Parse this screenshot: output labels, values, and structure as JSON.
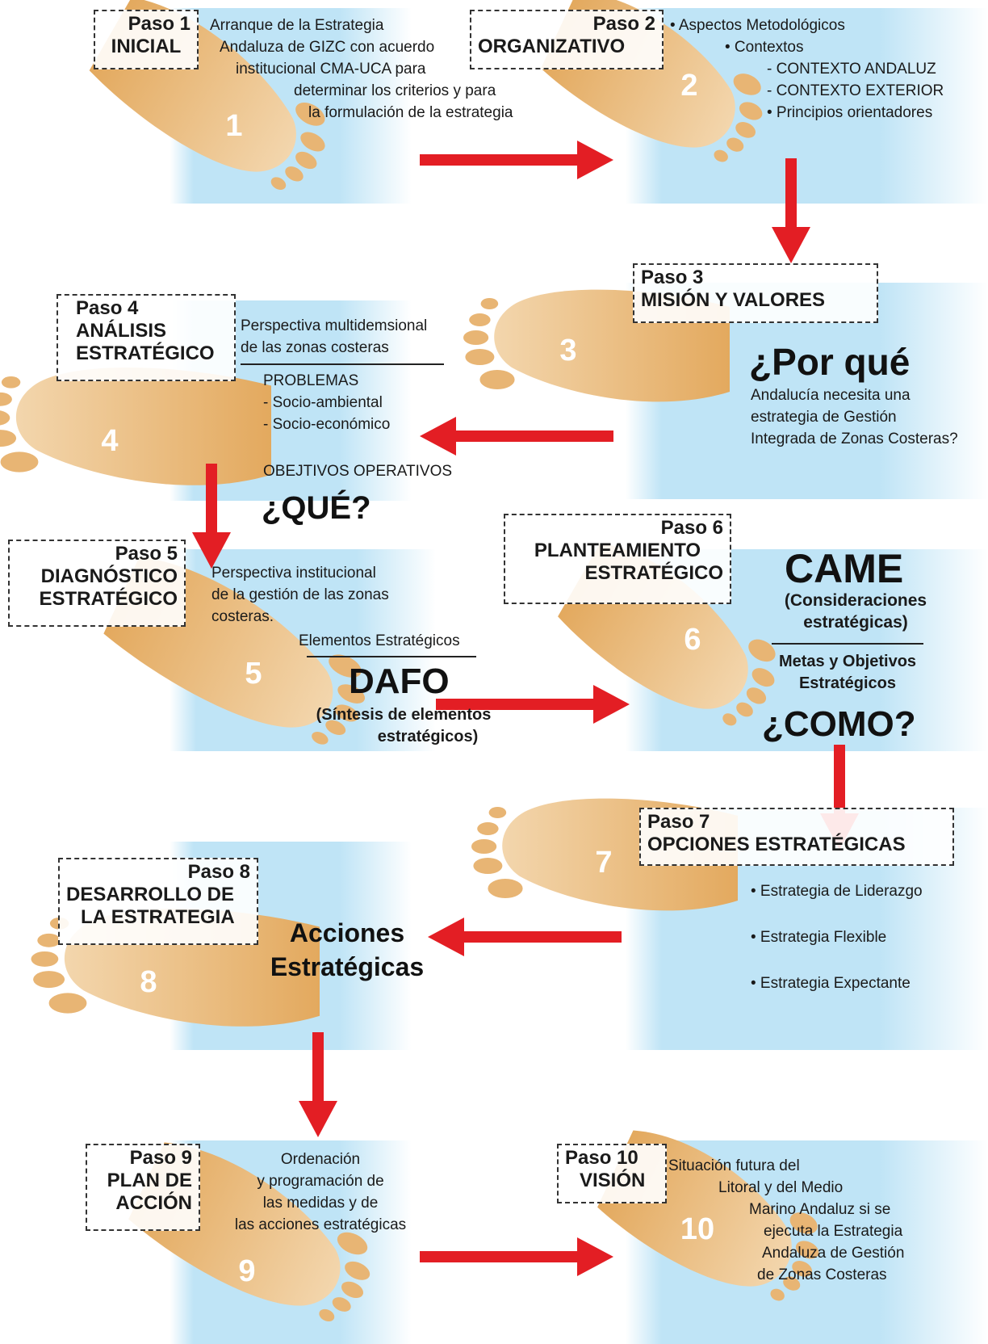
{
  "steps": [
    {
      "paso": "Paso 1",
      "name": "INICIAL",
      "number": "1",
      "text": [
        "Arranque de la Estrategia",
        "Andaluza de GIZC con acuerdo",
        "institucional CMA-UCA para",
        "determinar los criterios y para",
        "la formulación de la estrategia"
      ]
    },
    {
      "paso": "Paso 2",
      "name": "ORGANIZATIVO",
      "number": "2",
      "text": [
        "• Aspectos Metodológicos",
        "• Contextos",
        "- CONTEXTO ANDALUZ",
        "- CONTEXTO EXTERIOR",
        "• Principios orientadores"
      ]
    },
    {
      "paso": "Paso 3",
      "name": "MISIÓN Y VALORES",
      "number": "3",
      "headline": "¿Por qué",
      "text": [
        "Andalucía necesita una",
        "estrategia de Gestión",
        "Integrada de Zonas Costeras?"
      ]
    },
    {
      "paso": "Paso 4",
      "name": "ANÁLISIS",
      "name2": "ESTRATÉGICO",
      "number": "4",
      "text": [
        "Perspectiva multidemsional",
        "de las zonas costeras"
      ],
      "problems_title": "PROBLEMAS",
      "problems": [
        "- Socio-ambiental",
        "- Socio-económico"
      ],
      "objectives": "OBEJTIVOS OPERATIVOS",
      "headline": "¿QUÉ?"
    },
    {
      "paso": "Paso 5",
      "name": "DIAGNÓSTICO",
      "name2": "ESTRATÉGICO",
      "number": "5",
      "text": [
        "Perspectiva institucional",
        "de la gestión de las zonas",
        "costeras."
      ],
      "elements": "Elementos Estratégicos",
      "headline": "DAFO",
      "subhead": [
        "(Síntesis de elementos",
        "estratégicos)"
      ]
    },
    {
      "paso": "Paso 6",
      "name": "PLANTEAMIENTO",
      "name2": "ESTRATÉGICO",
      "number": "6",
      "headline": "CAME",
      "subhead": [
        "(Consideraciones",
        "estratégicas)"
      ],
      "goals": [
        "Metas y Objetivos",
        "Estratégicos"
      ],
      "question": "¿COMO?"
    },
    {
      "paso": "Paso 7",
      "name": "OPCIONES ESTRATÉGICAS",
      "number": "7",
      "text": [
        "• Estrategia de Liderazgo",
        "• Estrategia Flexible",
        "• Estrategia Expectante"
      ]
    },
    {
      "paso": "Paso 8",
      "name": "DESARROLLO DE",
      "name2": "LA ESTRATEGIA",
      "number": "8",
      "headline": [
        "Acciones",
        "Estratégicas"
      ]
    },
    {
      "paso": "Paso 9",
      "name": "PLAN DE",
      "name2": "ACCIÓN",
      "number": "9",
      "text": [
        "Ordenación",
        "y programación de",
        "las medidas y de",
        "las acciones estratégicas"
      ]
    },
    {
      "paso": "Paso 10",
      "name": "VISIÓN",
      "number": "10",
      "text": [
        "Situación futura del",
        "Litoral y del Medio",
        "Marino Andaluz si se",
        "ejecuta la Estrategia",
        "Andaluza de Gestión",
        "de Zonas Costeras"
      ]
    }
  ],
  "colors": {
    "arrow": "#e31e24",
    "foot": "#e8b574",
    "panel": "#bfe4f6"
  }
}
